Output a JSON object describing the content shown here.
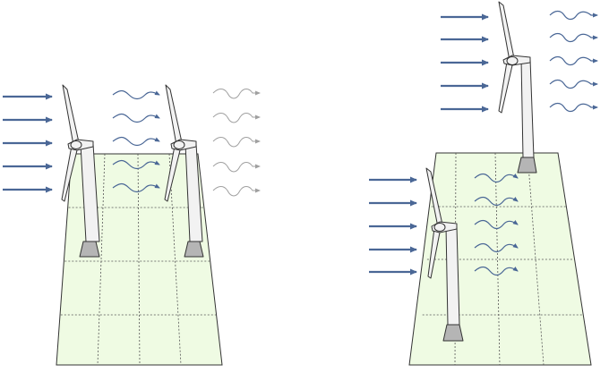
{
  "diagram": {
    "colors": {
      "wind_arrow": "#4a6796",
      "wake_flow": "#4a6796",
      "dissipated_wake": "#a0a0a0",
      "ground_fill": "#effbe3",
      "grid_line": "#555555",
      "turbine_fill": "#f2f2f2",
      "turbine_base": "#b5b5b5",
      "outline": "#333333"
    },
    "left_panel": {
      "layout": "tandem",
      "turbines": 2,
      "incoming_wind_arrows": 5,
      "wake_rows_behind_front": 5,
      "dissipated_wake_rows_behind_rear": 5
    },
    "right_panel": {
      "layout": "staggered",
      "turbines": 2,
      "incoming_wind_arrows_upper": 5,
      "incoming_wind_arrows_lower": 5,
      "wake_rows_upper": 5,
      "wake_rows_lower": 5
    }
  }
}
